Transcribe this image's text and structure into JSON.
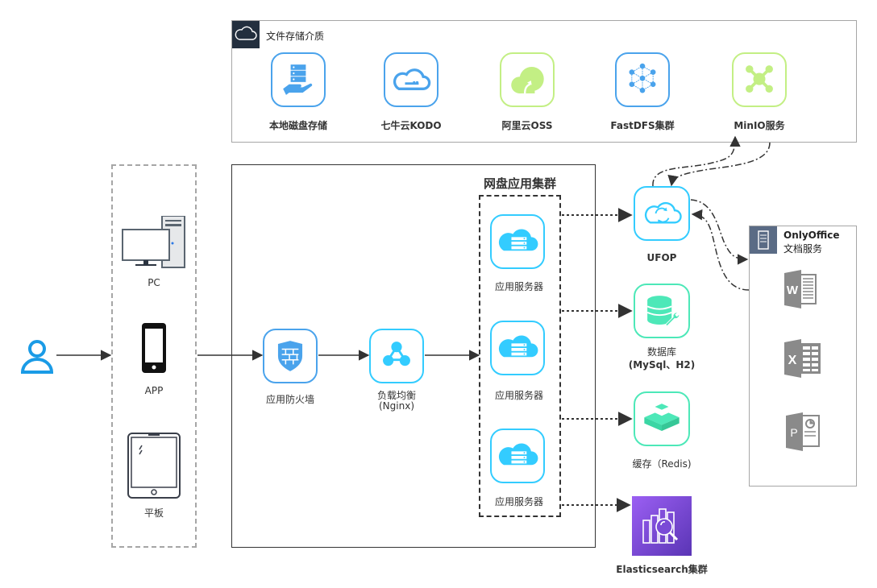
{
  "storage_group": {
    "title": "文件存储介质",
    "icon": "cloud-outline-icon",
    "items": [
      {
        "label": "本地磁盘存储",
        "icon": "server-hand-icon",
        "color": "#4aa3ec"
      },
      {
        "label": "七牛云KODO",
        "icon": "cloud-key-icon",
        "color": "#4aa3ec"
      },
      {
        "label": "阿里云OSS",
        "icon": "cloud-upload-icon",
        "color": "#c3ef84"
      },
      {
        "label": "FastDFS集群",
        "icon": "cube-network-icon",
        "color": "#4aa3ec"
      },
      {
        "label": "MinIO服务",
        "icon": "hub-network-icon",
        "color": "#c3ef84"
      }
    ]
  },
  "user": {
    "icon": "user-icon",
    "color": "#1a9be6"
  },
  "clients": {
    "items": [
      {
        "label": "PC",
        "icon": "desktop-pc-icon"
      },
      {
        "label": "APP",
        "icon": "smartphone-icon"
      },
      {
        "label": "平板",
        "icon": "tablet-icon"
      }
    ]
  },
  "gateway": {
    "firewall": {
      "label": "应用防火墙",
      "icon": "firewall-shield-icon",
      "color": "#4aa3ec"
    },
    "load_balancer": {
      "label_line1": "负载均衡",
      "label_line2": "(Nginx)",
      "icon": "load-balancer-icon",
      "color": "#33ccff"
    }
  },
  "cluster": {
    "title": "网盘应用集群",
    "servers": [
      {
        "label": "应用服务器",
        "icon": "cloud-server-icon"
      },
      {
        "label": "应用服务器",
        "icon": "cloud-server-icon"
      },
      {
        "label": "应用服务器",
        "icon": "cloud-server-icon"
      }
    ],
    "color": "#33ccff"
  },
  "services": {
    "ufop": {
      "label": "UFOP",
      "icon": "cloud-sync-icon",
      "color": "#33ccff"
    },
    "database": {
      "label_line1": "数据库",
      "label_line2": "(MySql、H2)",
      "icon": "database-wrench-icon",
      "color": "#4de8b8"
    },
    "cache": {
      "label": "缓存（Redis)",
      "icon": "layered-block-icon",
      "color": "#4de8b8"
    },
    "elasticsearch": {
      "label": "Elasticsearch集群",
      "icon": "search-index-icon",
      "color": "#7b4fd8"
    }
  },
  "onlyoffice": {
    "title_line1": "OnlyOffice",
    "title_line2": "文档服务",
    "icon": "document-server-icon",
    "apps": [
      {
        "name": "word",
        "icon": "word-icon",
        "letter": "W"
      },
      {
        "name": "excel",
        "icon": "excel-icon",
        "letter": "X"
      },
      {
        "name": "powerpoint",
        "icon": "powerpoint-icon",
        "letter": "P"
      }
    ]
  }
}
